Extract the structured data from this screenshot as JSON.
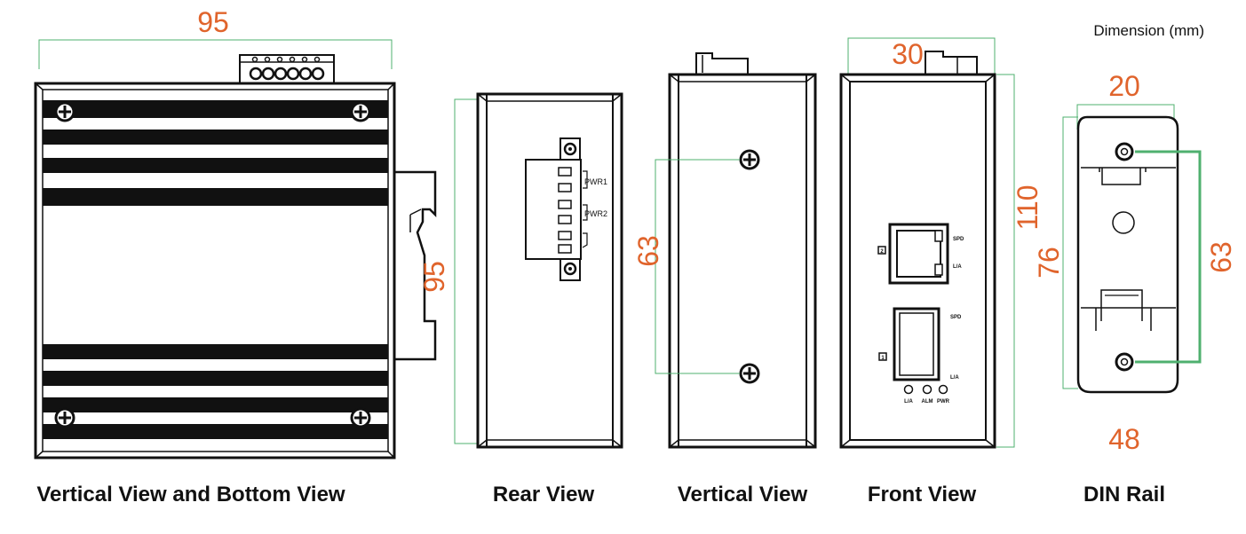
{
  "header": {
    "units_label": "Dimension  (mm)"
  },
  "views": {
    "bottom": {
      "caption": "Vertical View and Bottom View",
      "width_label": "95",
      "height_label": "95"
    },
    "rear": {
      "caption": "Rear View",
      "pwr1_label": "PWR1",
      "pwr2_label": "PWR2"
    },
    "vertical": {
      "caption": "Vertical View",
      "screw_spacing_label": "63"
    },
    "front": {
      "caption": "Front View",
      "width_label": "30",
      "height_label": "110",
      "port2_label": "2",
      "port1_label": "1",
      "spd_label_top": "SPD",
      "la_label_top": "L/A",
      "spd_label_bottom": "SPD",
      "la_label_bottom": "L/A",
      "led_labels": [
        "L/A",
        "ALM",
        "PWR"
      ]
    },
    "din": {
      "caption": "DIN Rail",
      "width_label": "20",
      "height_label": "76",
      "hole_spacing_label": "63",
      "bottom_label": "48"
    }
  },
  "colors": {
    "dimension": "#e0642c",
    "guide": "#4fb06f",
    "outline": "#111111"
  }
}
